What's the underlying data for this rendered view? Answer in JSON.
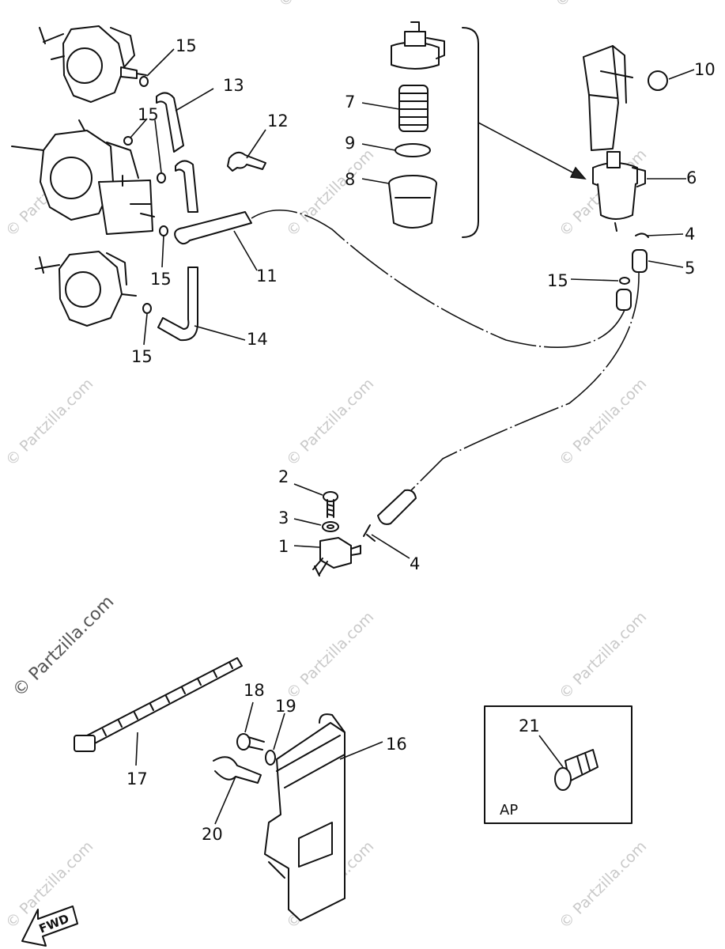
{
  "watermark": {
    "text": "© Partzilla.com",
    "featured_text": "© Partzilla.com"
  },
  "callouts": {
    "p1": "1",
    "p2": "2",
    "p3": "3",
    "p4a": "4",
    "p4b": "4",
    "p5": "5",
    "p6": "6",
    "p7": "7",
    "p8": "8",
    "p9": "9",
    "p10": "10",
    "p11": "11",
    "p12": "12",
    "p13": "13",
    "p14": "14",
    "p15a": "15",
    "p15b": "15",
    "p15c": "15",
    "p15d": "15",
    "p15e": "15",
    "p16": "16",
    "p17": "17",
    "p18": "18",
    "p19": "19",
    "p20": "20",
    "p21": "21"
  },
  "inset": {
    "label": "AP"
  },
  "direction": {
    "label": "FWD"
  },
  "colors": {
    "line": "#111111",
    "watermark": "#c9c9c9",
    "background": "#ffffff"
  }
}
